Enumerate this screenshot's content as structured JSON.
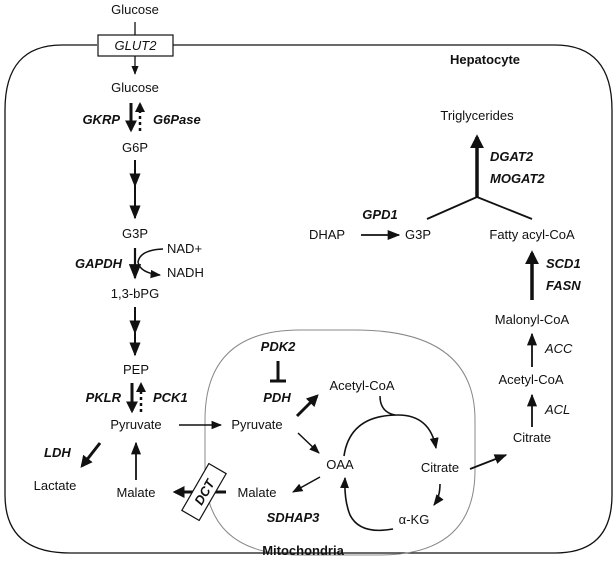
{
  "diagram": {
    "compartments": {
      "hepatocyte": "Hepatocyte",
      "mitochondria": "Mitochondria"
    },
    "transporters": {
      "glut2": "GLUT2",
      "dct": "DCT"
    },
    "metabolites": {
      "glucose_ext": "Glucose",
      "glucose_int": "Glucose",
      "g6p": "G6P",
      "g3p_glyc": "G3P",
      "nad": "NAD+",
      "nadh": "NADH",
      "bpg": "1,3-bPG",
      "pep": "PEP",
      "pyruvate_cyto": "Pyruvate",
      "lactate": "Lactate",
      "malate_cyto": "Malate",
      "pyruvate_mito": "Pyruvate",
      "acetylcoa_mito": "Acetyl-CoA",
      "oaa": "OAA",
      "citrate_mito": "Citrate",
      "akg": "α-KG",
      "malate_mito": "Malate",
      "citrate_cyto": "Citrate",
      "acetylcoa_cyto": "Acetyl-CoA",
      "malonylcoa": "Malonyl-CoA",
      "fattyacylcoa": "Fatty acyl-CoA",
      "dhap": "DHAP",
      "g3p_lipo": "G3P",
      "triglycerides": "Triglycerides"
    },
    "enzymes": {
      "gkrp": "GKRP",
      "g6pase": "G6Pase",
      "gapdh": "GAPDH",
      "pklr": "PKLR",
      "pck1": "PCK1",
      "ldh": "LDH",
      "pdk2": "PDK2",
      "pdh": "PDH",
      "sdhap3": "SDHAP3",
      "acl": "ACL",
      "acc": "ACC",
      "fasn": "FASN",
      "scd1": "SCD1",
      "gpd1": "GPD1",
      "dgat2": "DGAT2",
      "mogat2": "MOGAT2"
    }
  }
}
